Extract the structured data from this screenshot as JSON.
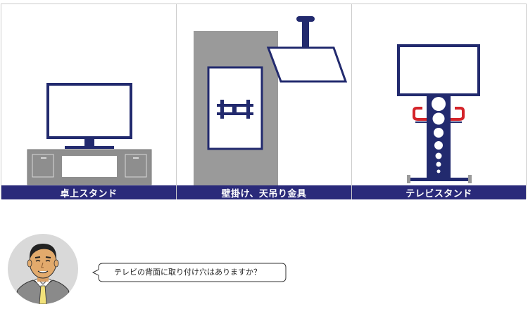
{
  "panels": [
    {
      "caption": "卓上スタンド"
    },
    {
      "caption": "壁掛け、天吊り金具"
    },
    {
      "caption": "テレビスタンド"
    }
  ],
  "speech": {
    "text": "テレビの背面に取り付け穴はありますか？"
  },
  "colors": {
    "navy": "#222a6e",
    "caption_bar": "#2a2a7a",
    "gray": "#9a9a9a",
    "red": "#d4242a"
  }
}
